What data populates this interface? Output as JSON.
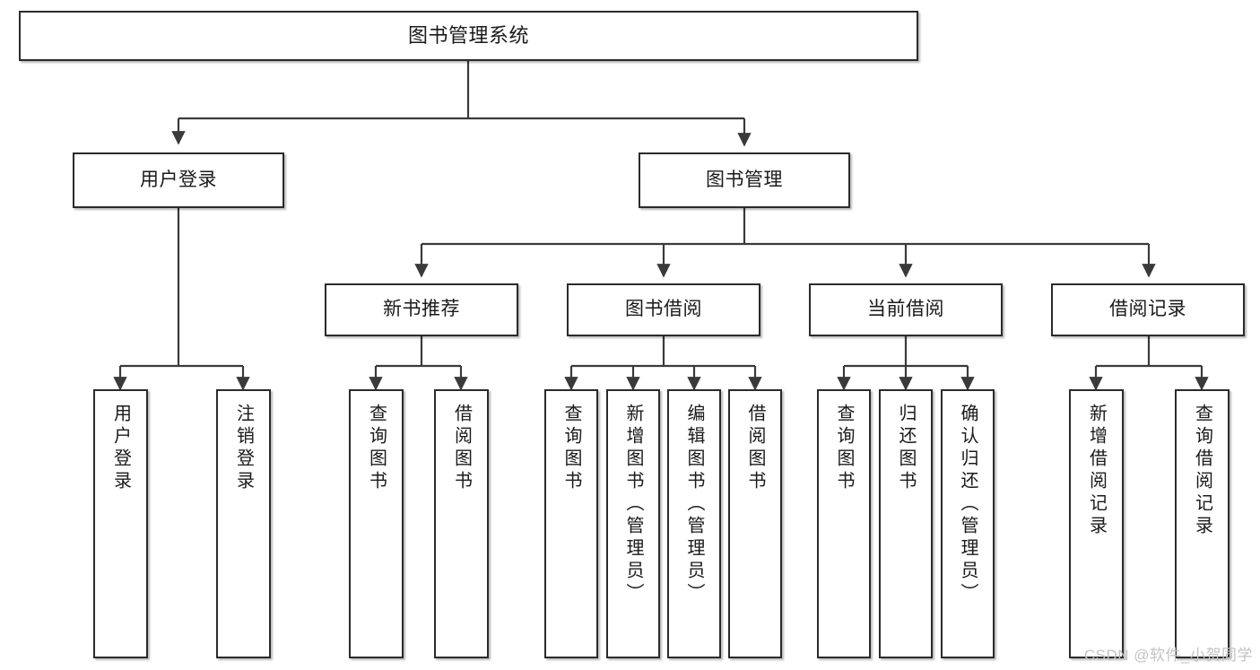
{
  "diagram": {
    "title": "图书管理系统",
    "watermark": "CSDN @软件_小贺同学",
    "stroke_color": "#2b2b2b",
    "fill_color": "#ffffff",
    "text_color": "#1a1a1a",
    "watermark_color": "#c3c3c3",
    "root": {
      "label": "图书管理系统"
    },
    "level2": [
      {
        "label": "用户登录"
      },
      {
        "label": "图书管理"
      }
    ],
    "level3": [
      {
        "label": "新书推荐"
      },
      {
        "label": "图书借阅"
      },
      {
        "label": "当前借阅"
      },
      {
        "label": "借阅记录"
      }
    ],
    "leaves": {
      "user_login": [
        {
          "label": "用户登录"
        },
        {
          "label": "注销登录"
        }
      ],
      "new_book": [
        {
          "label": "查询图书"
        },
        {
          "label": "借阅图书"
        }
      ],
      "book_borrow": [
        {
          "label": "查询图书"
        },
        {
          "label": "新增图书（管理员）"
        },
        {
          "label": "编辑图书（管理员）"
        },
        {
          "label": "借阅图书"
        }
      ],
      "current_borrow": [
        {
          "label": "查询图书"
        },
        {
          "label": "归还图书"
        },
        {
          "label": "确认归还（管理员）"
        }
      ],
      "borrow_record": [
        {
          "label": "新增借阅记录"
        },
        {
          "label": "查询借阅记录"
        }
      ]
    }
  }
}
